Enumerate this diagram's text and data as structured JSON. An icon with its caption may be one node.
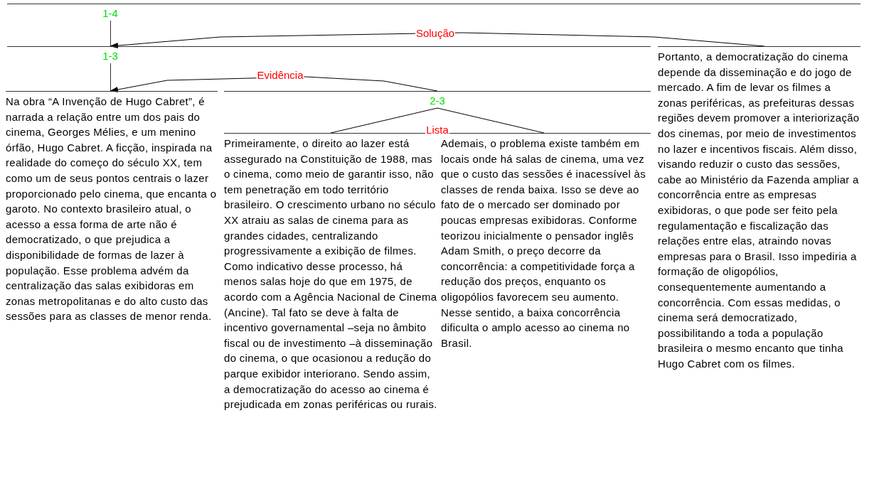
{
  "diagram": {
    "nodes": [
      {
        "text": [
          "1-4"
        ]
      },
      {
        "text": [
          "1-3"
        ]
      },
      {
        "text": [
          "Na obra “A Invenção de Hugo Cabret”, é narrada a relação entre um dos pais do cinema, Georges Mélies, e um menino órfão, Hugo Cabret. A ficção, inspirada na realidade do começo do século XX, tem como um de seus pontos centrais o lazer proporcionado pelo cinema, que encanta o garoto. No contexto brasileiro atual, o acesso a essa forma de arte não é democratizado, o que prejudica a disponibilidade de formas de lazer à população. Esse problema advém da centralização das salas exibidoras em zonas metropolitanas e do alto custo das sessões para as classes de menor renda."
        ]
      },
      {
        "text": [
          "2-3"
        ]
      },
      {
        "text": [
          "Primeiramente, o direito ao lazer está assegurado na Constituição de 1988, mas o cinema, como meio de garantir isso, não tem penetração em todo território brasileiro. O crescimento urbano no século XX atraiu as salas de cinema para as grandes cidades, centralizando progressivamente a exibição de filmes. Como indicativo desse processo, há menos salas hoje do que em 1975, de acordo com a Agência Nacional de Cinema (Ancine). Tal fato se deve à falta de incentivo governamental –seja no âmbito fiscal ou de investimento –à disseminação do cinema, o que ocasionou a redução do parque exibidor interiorano. Sendo assim, a democratização do acesso ao cinema é prejudicada em zonas periféricas ou rurais."
        ]
      },
      {
        "text": [
          "Ademais, o problema existe também em locais onde há salas de cinema, uma vez que o custo das sessões é inacessível às classes de renda baixa. Isso se deve ao fato de o mercado ser dominado por poucas empresas exibidoras. Conforme teorizou inicialmente o pensador inglês Adam Smith, o preço decorre da concorrência: a competitividade força a redução dos preços, enquanto os oligopólios favorecem seu aumento. Nesse sentido, a baixa concorrência dificulta o amplo acesso ao cinema no Brasil."
        ]
      },
      {
        "text": [
          "Portanto, a democratização do cinema depende da disseminação e do jogo de mercado. A fim de levar os filmes a zonas periféricas, as prefeituras dessas regiões devem promover a interiorização dos cinemas, por meio de investimentos no lazer e incentivos fiscais. Além disso, visando reduzir o custo das sessões, cabe ao Ministério da Fazenda ampliar a concorrência entre as empresas exibidoras, o que pode ser feito pela regulamentação e fiscalização das relações entre elas, atraindo novas empresas para o Brasil. Isso impediria a formação de oligopólios, consequentemente aumentando a concorrência. Com essas medidas, o cinema será democratizado, possibilitando a toda a população brasileira o mesmo encanto que tinha Hugo Cabret com os filmes."
        ]
      }
    ],
    "edges": [
      {
        "from": 6,
        "to": 0,
        "arrow": "to",
        "label": "Solução"
      },
      {
        "from": 3,
        "to": 1,
        "arrow": "to",
        "label": "Evidência"
      },
      {
        "from": 4,
        "to": 3,
        "arrow": "none",
        "label": "Lista"
      },
      {
        "from": 5,
        "to": 3,
        "arrow": "none"
      }
    ]
  }
}
